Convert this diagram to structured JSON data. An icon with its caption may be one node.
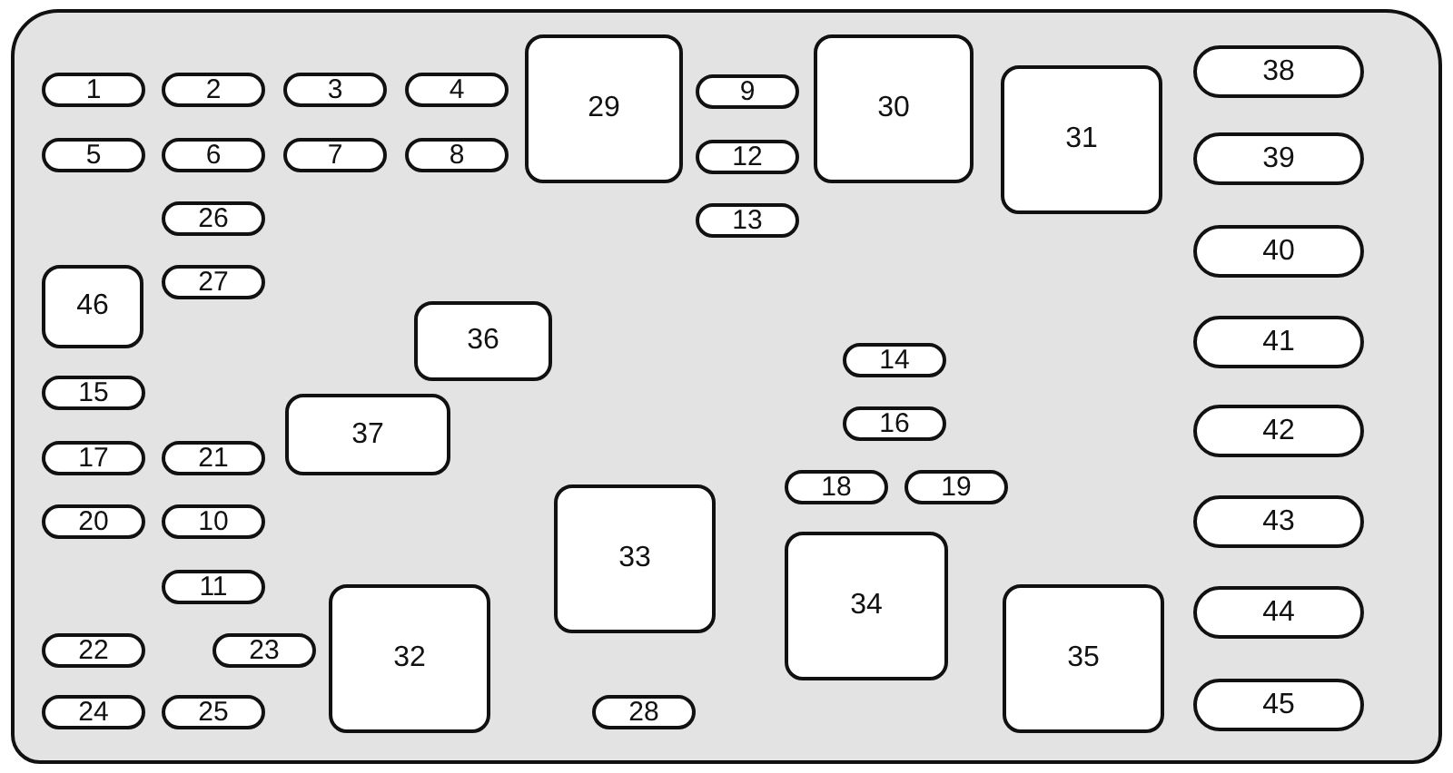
{
  "diagram": {
    "nodes": [
      {
        "text": [
          "1"
        ]
      },
      {
        "text": [
          "2"
        ]
      },
      {
        "text": [
          "3"
        ]
      },
      {
        "text": [
          "4"
        ]
      },
      {
        "text": [
          "29"
        ]
      },
      {
        "text": [
          "9"
        ]
      },
      {
        "text": [
          "30"
        ]
      },
      {
        "text": [
          "31"
        ]
      },
      {
        "text": [
          "38"
        ]
      },
      {
        "text": [
          "5"
        ]
      },
      {
        "text": [
          "6"
        ]
      },
      {
        "text": [
          "7"
        ]
      },
      {
        "text": [
          "8"
        ]
      },
      {
        "text": [
          "12"
        ]
      },
      {
        "text": [
          "39"
        ]
      },
      {
        "text": [
          "26"
        ]
      },
      {
        "text": [
          "13"
        ]
      },
      {
        "text": [
          "40"
        ]
      },
      {
        "text": [
          "27"
        ]
      },
      {
        "text": [
          "46"
        ]
      },
      {
        "text": [
          "36"
        ]
      },
      {
        "text": [
          "41"
        ]
      },
      {
        "text": [
          "14"
        ]
      },
      {
        "text": [
          "15"
        ]
      },
      {
        "text": [
          "37"
        ]
      },
      {
        "text": [
          "16"
        ]
      },
      {
        "text": [
          "42"
        ]
      },
      {
        "text": [
          "17"
        ]
      },
      {
        "text": [
          "21"
        ]
      },
      {
        "text": [
          "18"
        ]
      },
      {
        "text": [
          "19"
        ]
      },
      {
        "text": [
          "33"
        ]
      },
      {
        "text": [
          "20"
        ]
      },
      {
        "text": [
          "10"
        ]
      },
      {
        "text": [
          "43"
        ]
      },
      {
        "text": [
          "34"
        ]
      },
      {
        "text": [
          "11"
        ]
      },
      {
        "text": [
          "32"
        ]
      },
      {
        "text": [
          "35"
        ]
      },
      {
        "text": [
          "44"
        ]
      },
      {
        "text": [
          "22"
        ]
      },
      {
        "text": [
          "23"
        ]
      },
      {
        "text": [
          "45"
        ]
      },
      {
        "text": [
          "24"
        ]
      },
      {
        "text": [
          "25"
        ]
      },
      {
        "text": [
          "28"
        ]
      }
    ]
  }
}
